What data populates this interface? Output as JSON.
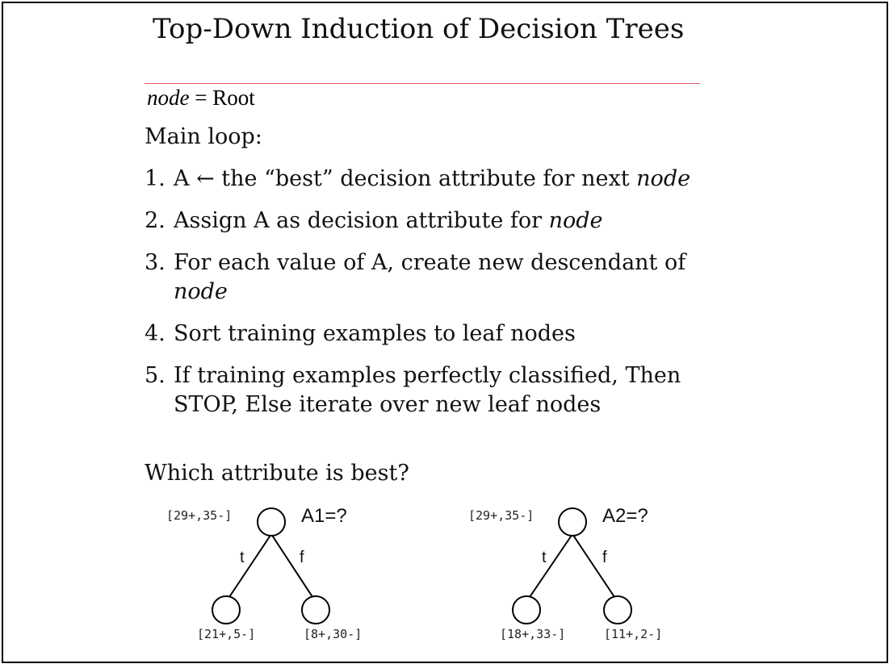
{
  "slide": {
    "title": "Top-Down Induction of Decision Trees",
    "node_var": "node",
    "node_eq": " = Root",
    "main_loop": "Main loop:",
    "steps": [
      {
        "num": "1.",
        "text_a": "A ← the “best” decision attribute for next ",
        "text_b": "node"
      },
      {
        "num": "2.",
        "text_a": "Assign A as decision attribute for ",
        "text_b": "node"
      },
      {
        "num": "3.",
        "text_a": "For each value of A, create new descendant of",
        "text_b": "node"
      },
      {
        "num": "4.",
        "text_a": "Sort training examples to leaf nodes",
        "text_b": ""
      },
      {
        "num": "5.",
        "text_a": "If training examples perfectly classified, Then",
        "text_b": "STOP, Else iterate over new leaf nodes"
      }
    ],
    "question": "Which attribute is best?"
  },
  "trees": [
    {
      "label": "A1=?",
      "root_counts": "[29+,35-]",
      "left_edge": "t",
      "right_edge": "f",
      "left_counts": "[21+,5-]",
      "right_counts": "[8+,30-]"
    },
    {
      "label": "A2=?",
      "root_counts": "[29+,35-]",
      "left_edge": "t",
      "right_edge": "f",
      "left_counts": "[18+,33-]",
      "right_counts": "[11+,2-]"
    }
  ]
}
